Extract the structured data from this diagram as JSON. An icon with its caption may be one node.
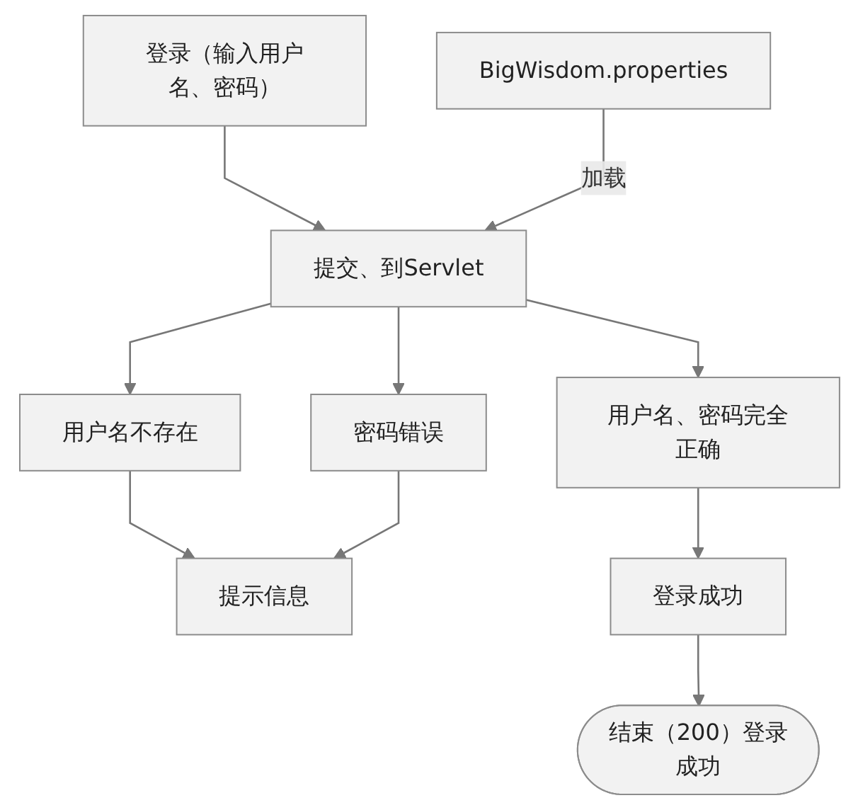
{
  "diagram": {
    "nodes": [
      {
        "text": [
          "登录（输入用户名、密码）"
        ]
      },
      {
        "text": [
          "BigWisdom.properties"
        ]
      },
      {
        "text": [
          "提交、到Servlet"
        ]
      },
      {
        "text": [
          "用户名不存在"
        ]
      },
      {
        "text": [
          "用户名、密码完全正确"
        ]
      },
      {
        "text": [
          "密码错误"
        ]
      },
      {
        "text": [
          "提示信息"
        ]
      },
      {
        "text": [
          "登录成功"
        ]
      },
      {
        "text": [
          "结束（200）登录成功"
        ]
      }
    ],
    "edges": [
      {
        "from": 0,
        "to": 2,
        "arrow": "to"
      },
      {
        "from": 1,
        "to": 2,
        "arrow": "to",
        "label": "加载"
      },
      {
        "from": 2,
        "to": 3,
        "arrow": "to"
      },
      {
        "from": 2,
        "to": 4,
        "arrow": "to"
      },
      {
        "from": 2,
        "to": 5,
        "arrow": "to"
      },
      {
        "from": 3,
        "to": 6,
        "arrow": "to"
      },
      {
        "from": 5,
        "to": 6,
        "arrow": "to"
      },
      {
        "from": 4,
        "to": 7,
        "arrow": "to"
      },
      {
        "from": 7,
        "to": 8,
        "arrow": "to"
      }
    ]
  }
}
